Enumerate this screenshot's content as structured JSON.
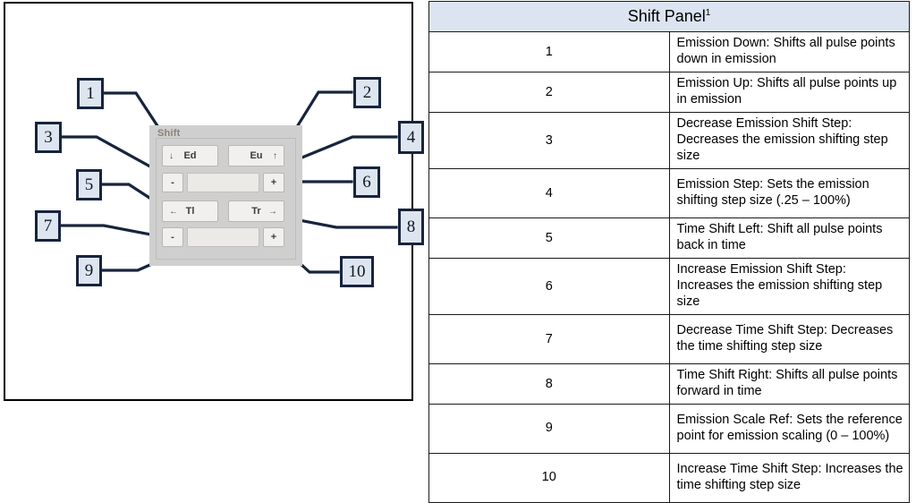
{
  "figure": {
    "widget": {
      "group_title": "Shift",
      "buttons": [
        {
          "id": "btn-ed",
          "label": "Ed",
          "arrow": "↓",
          "arrow_side": "left",
          "name": "emission-down-button"
        },
        {
          "id": "btn-eu",
          "label": "Eu",
          "arrow": "↑",
          "arrow_side": "right",
          "name": "emission-up-button"
        },
        {
          "id": "btn-tl",
          "label": "Tl",
          "arrow": "←",
          "arrow_side": "left",
          "name": "time-shift-left-button"
        },
        {
          "id": "btn-tr",
          "label": "Tr",
          "arrow": "→",
          "arrow_side": "right",
          "name": "time-shift-right-button"
        }
      ],
      "steppers": {
        "emission_decrease": "-",
        "emission_increase": "+",
        "time_decrease": "-",
        "time_increase": "+"
      },
      "fields": {
        "emission_step_value": "",
        "emission_scale_ref_value": ""
      }
    },
    "callouts": [
      {
        "id": "cal-1",
        "label": "1"
      },
      {
        "id": "cal-2",
        "label": "2"
      },
      {
        "id": "cal-3",
        "label": "3"
      },
      {
        "id": "cal-4",
        "label": "4"
      },
      {
        "id": "cal-5",
        "label": "5"
      },
      {
        "id": "cal-6",
        "label": "6"
      },
      {
        "id": "cal-7",
        "label": "7"
      },
      {
        "id": "cal-8",
        "label": "8"
      },
      {
        "id": "cal-9",
        "label": "9"
      },
      {
        "id": "cal-10",
        "label": "10"
      }
    ]
  },
  "table": {
    "title": "Shift Panel",
    "title_footnote": "1",
    "header_bg": "#dbe4f0",
    "rows": [
      {
        "num": "1",
        "desc": "Emission Down: Shifts all pulse points down in emission"
      },
      {
        "num": "2",
        "desc": "Emission Up: Shifts all pulse points up in emission"
      },
      {
        "num": "3",
        "desc": "Decrease Emission Shift Step: Decreases the emission shifting step size"
      },
      {
        "num": "4",
        "desc": "Emission Step: Sets the emission shifting step size (.25 – 100%)"
      },
      {
        "num": "5",
        "desc": "Time Shift Left: Shift all pulse points back in time"
      },
      {
        "num": "6",
        "desc": "Increase Emission Shift Step: Increases the emission shifting step size"
      },
      {
        "num": "7",
        "desc": "Decrease Time Shift Step: Decreases the time shifting step size"
      },
      {
        "num": "8",
        "desc": "Time Shift Right: Shifts all pulse points forward in time"
      },
      {
        "num": "9",
        "desc": "Emission Scale Ref: Sets the reference point for emission scaling (0 – 100%)"
      },
      {
        "num": "10",
        "desc": "Increase Time Shift Step: Increases the time shifting step size"
      }
    ]
  }
}
